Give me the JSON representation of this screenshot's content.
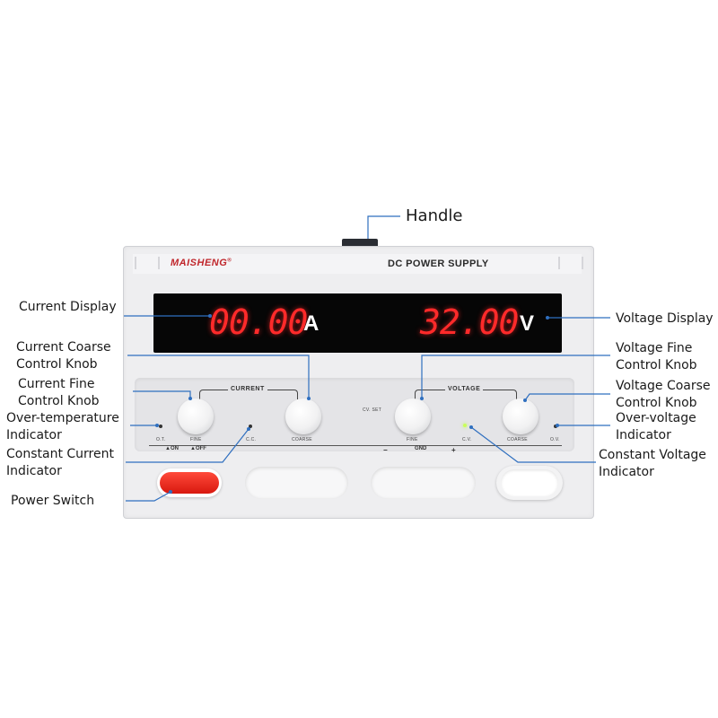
{
  "device": {
    "brand": "MAISHENG",
    "brand_mark": "®",
    "model_label": "DC POWER SUPPLY",
    "current_reading": "00.00",
    "current_unit": "A",
    "voltage_reading": "32.00",
    "voltage_unit": "V",
    "current_group_label": "CURRENT",
    "voltage_group_label": "VOLTAGE",
    "cv_set_label": "CV. SET",
    "fine_label": "FINE",
    "coarse_label": "COARSE",
    "ot_label": "O.T.",
    "cc_label": "C.C.",
    "cv_label": "C.V.",
    "ov_label": "O.V.",
    "on_label": "▲ON",
    "off_label": "▲OFF",
    "minus_label": "−",
    "gnd_label": "GND",
    "plus_label": "+",
    "colors": {
      "display_digits": "#ff2a2a",
      "brand_red": "#c0262b",
      "power_switch": "#e8261b",
      "cv_led": "#c9ff5a",
      "callout_line": "#2f6fbf"
    }
  },
  "callouts": {
    "handle": "Handle",
    "current_display": "Current Display",
    "voltage_display": "Voltage Display",
    "current_coarse_1": "Current Coarse",
    "current_coarse_2": "Control Knob",
    "current_fine_1": "Current Fine",
    "current_fine_2": "Control Knob",
    "over_temp_1": "Over-temperature",
    "over_temp_2": "Indicator",
    "constant_current_1": "Constant Current",
    "constant_current_2": "Indicator",
    "power_switch": "Power Switch",
    "voltage_fine_1": "Voltage Fine",
    "voltage_fine_2": "Control Knob",
    "voltage_coarse_1": "Voltage Coarse",
    "voltage_coarse_2": "Control Knob",
    "over_voltage_1": "Over-voltage",
    "over_voltage_2": "Indicator",
    "constant_voltage_1": "Constant Voltage",
    "constant_voltage_2": "Indicator"
  }
}
